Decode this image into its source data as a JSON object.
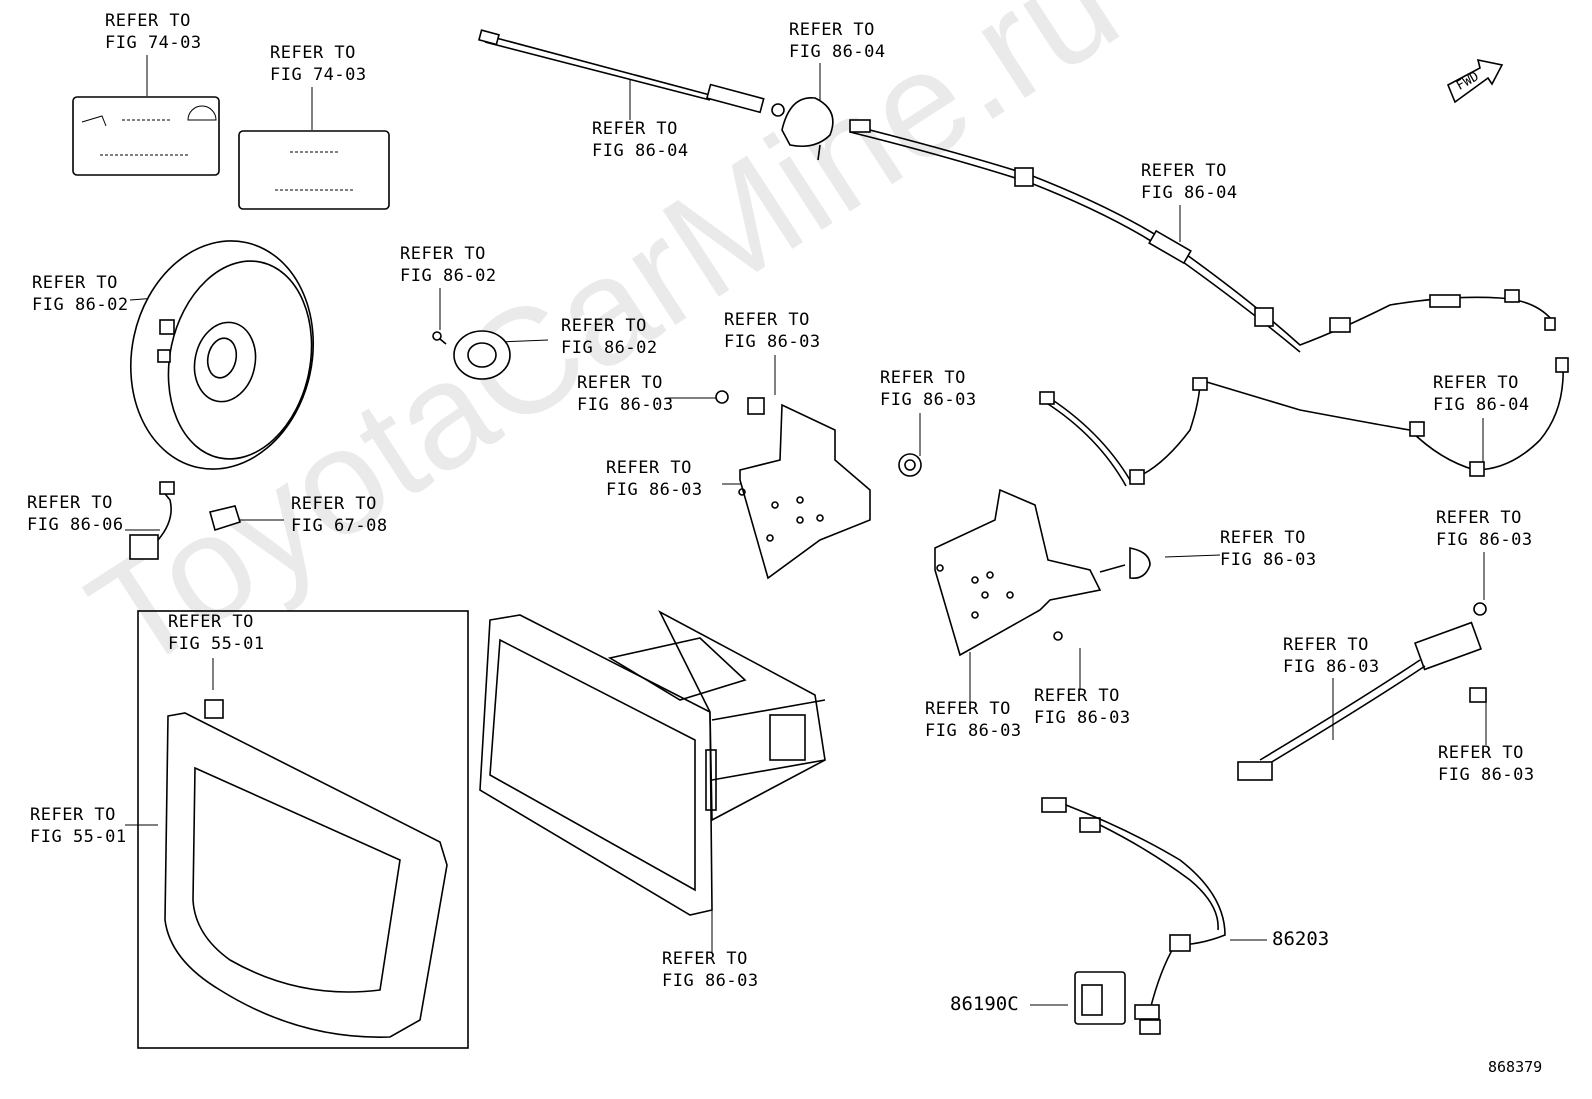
{
  "watermark": "ToyotaCarMine.ru",
  "illustration_number": "868379",
  "fwd_label": "FWD",
  "callouts": [
    {
      "name": "ref-fig-74-03-card-a",
      "l1": "REFER TO",
      "l2": "FIG 74-03"
    },
    {
      "name": "ref-fig-74-03-card-b",
      "l1": "REFER TO",
      "l2": "FIG 74-03"
    },
    {
      "name": "ref-fig-86-04-rod-antenna",
      "l1": "REFER TO",
      "l2": "FIG 86-04"
    },
    {
      "name": "ref-fig-86-04-antenna-base",
      "l1": "REFER TO",
      "l2": "FIG 86-04"
    },
    {
      "name": "ref-fig-86-04-antenna-cable",
      "l1": "REFER TO",
      "l2": "FIG 86-04"
    },
    {
      "name": "ref-fig-86-02-speaker",
      "l1": "REFER TO",
      "l2": "FIG 86-02"
    },
    {
      "name": "ref-fig-86-02-screw",
      "l1": "REFER TO",
      "l2": "FIG 86-02"
    },
    {
      "name": "ref-fig-86-02-tweeter",
      "l1": "REFER TO",
      "l2": "FIG 86-02"
    },
    {
      "name": "ref-fig-86-03-nut",
      "l1": "REFER TO",
      "l2": "FIG 86-03"
    },
    {
      "name": "ref-fig-86-03-screw",
      "l1": "REFER TO",
      "l2": "FIG 86-03"
    },
    {
      "name": "ref-fig-86-03-bracket-left",
      "l1": "REFER TO",
      "l2": "FIG 86-03"
    },
    {
      "name": "ref-fig-86-03-clip",
      "l1": "REFER TO",
      "l2": "FIG 86-03"
    },
    {
      "name": "ref-fig-86-04-cable-right",
      "l1": "REFER TO",
      "l2": "FIG 86-04"
    },
    {
      "name": "ref-fig-86-06-socket",
      "l1": "REFER TO",
      "l2": "FIG 86-06"
    },
    {
      "name": "ref-fig-67-08-lamp",
      "l1": "REFER TO",
      "l2": "FIG 67-08"
    },
    {
      "name": "ref-fig-86-03-collar",
      "l1": "REFER TO",
      "l2": "FIG 86-03"
    },
    {
      "name": "ref-fig-86-03-bolt",
      "l1": "REFER TO",
      "l2": "FIG 86-03"
    },
    {
      "name": "ref-fig-55-01-clip",
      "l1": "REFER TO",
      "l2": "FIG 55-01"
    },
    {
      "name": "ref-fig-86-03-cord",
      "l1": "REFER TO",
      "l2": "FIG 86-03"
    },
    {
      "name": "ref-fig-86-03-bracket-right",
      "l1": "REFER TO",
      "l2": "FIG 86-03"
    },
    {
      "name": "ref-fig-86-03-small-screw",
      "l1": "REFER TO",
      "l2": "FIG 86-03"
    },
    {
      "name": "ref-fig-86-03-clip-right",
      "l1": "REFER TO",
      "l2": "FIG 86-03"
    },
    {
      "name": "ref-fig-55-01-panel",
      "l1": "REFER TO",
      "l2": "FIG 55-01"
    },
    {
      "name": "ref-fig-86-03-head-unit",
      "l1": "REFER TO",
      "l2": "FIG 86-03"
    }
  ],
  "part_numbers": [
    {
      "name": "part-number-86203",
      "text": "86203"
    },
    {
      "name": "part-number-86190c",
      "text": "86190C"
    }
  ]
}
